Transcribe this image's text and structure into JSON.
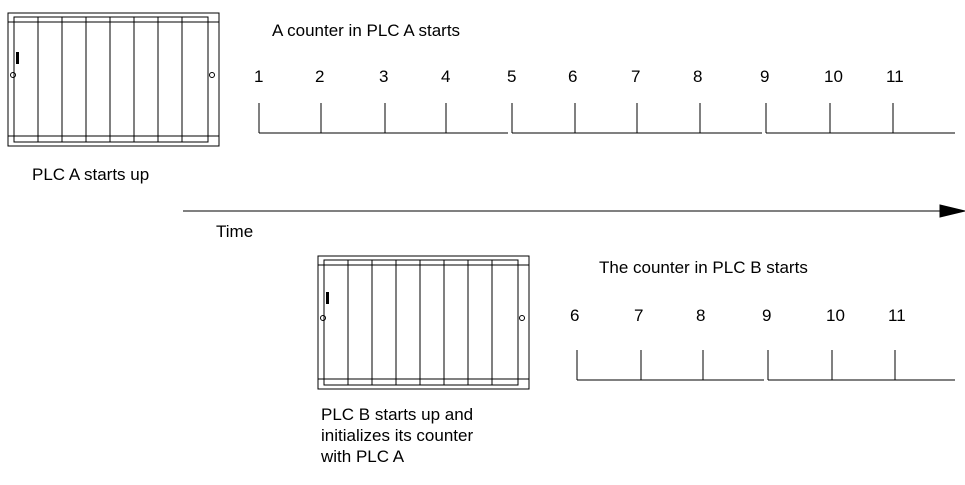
{
  "plc_a": {
    "caption": "PLC A starts up",
    "counter_caption": "A counter in PLC A starts",
    "ticks": [
      "1",
      "2",
      "3",
      "4",
      "5",
      "6",
      "7",
      "8",
      "9",
      "10",
      "11"
    ]
  },
  "time_axis": {
    "label": "Time"
  },
  "plc_b": {
    "caption_lines": [
      "PLC B starts up and",
      "initializes its counter",
      "with PLC A"
    ],
    "counter_caption": "The counter in PLC B starts",
    "ticks": [
      "6",
      "7",
      "8",
      "9",
      "10",
      "11"
    ]
  }
}
